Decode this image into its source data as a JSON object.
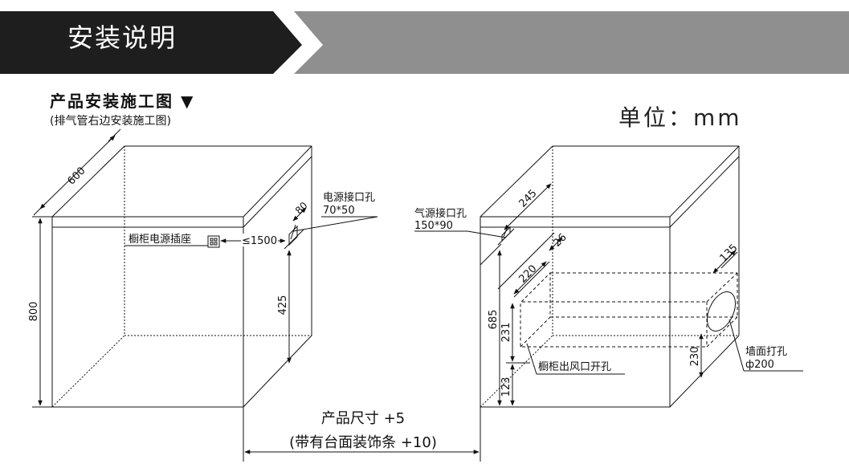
{
  "header": {
    "title": "安装说明",
    "colors": {
      "dark": "#1e1e1e",
      "light": "#8f8f8f"
    }
  },
  "subtitle": {
    "main": "产品安装施工图 ▼",
    "sub": "(排气管右边安装施工图)"
  },
  "unit_label": "单位：mm",
  "left_cabinet": {
    "depth": "600",
    "height": "800",
    "power_hole_label": "电源接口孔",
    "power_hole_size": "70*50",
    "power_hole_width": "80",
    "socket_label": "橱柜电源插座",
    "socket_distance": "≤1500",
    "power_hole_height": "425"
  },
  "right_cabinet": {
    "gas_hole_label": "气源接口孔",
    "gas_hole_size": "150*90",
    "gas_hole_depth": "245",
    "dim_26": "26",
    "dim_220": "220",
    "dim_685": "685",
    "dim_231": "231",
    "dim_123": "123",
    "outlet_label": "橱柜出风口开孔",
    "dim_135": "135",
    "dim_230": "230",
    "wall_hole_label": "墙面打孔",
    "wall_hole_size": "ф200"
  },
  "gap": {
    "label1": "产品尺寸 +5",
    "label2": "(带有台面装饰条 +10)"
  }
}
